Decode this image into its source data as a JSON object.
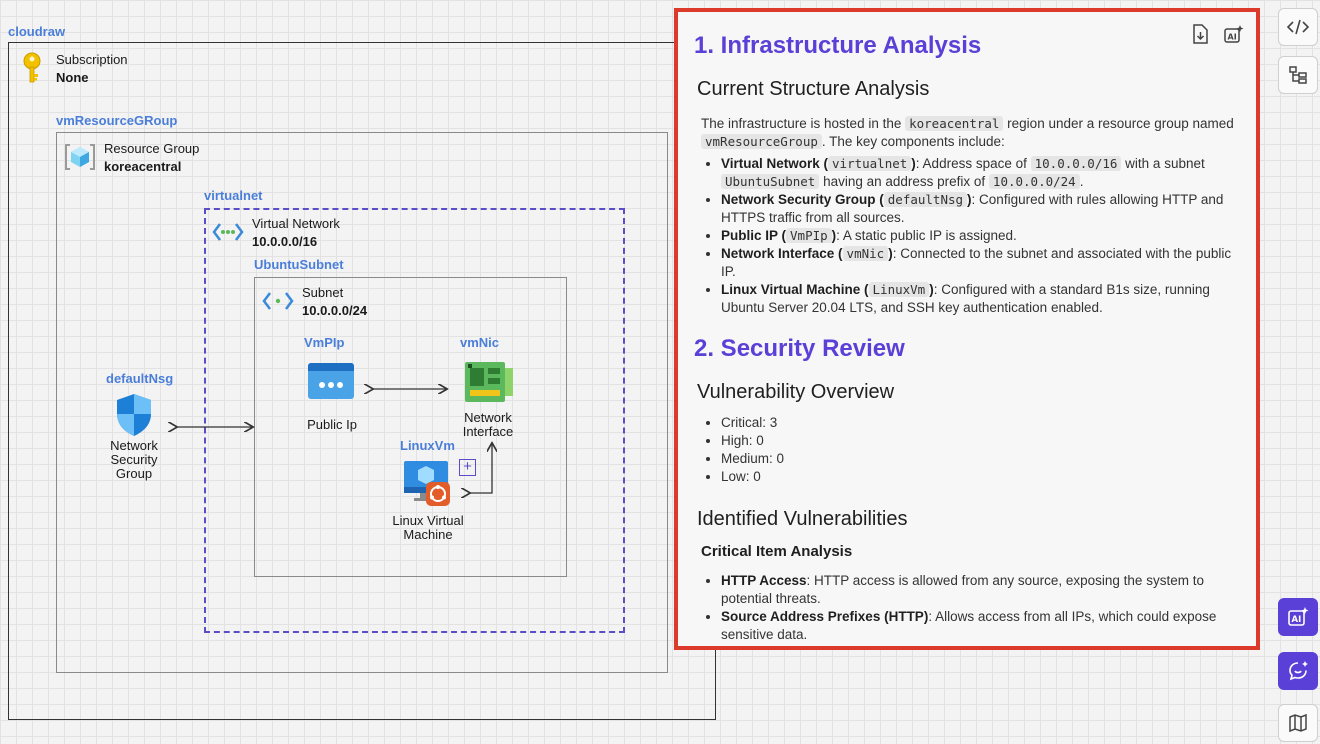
{
  "diagram": {
    "root_tag": "cloudraw",
    "subscription": {
      "type": "Subscription",
      "value": "None"
    },
    "rg_tag": "vmResourceGRoup",
    "resource_group": {
      "type": "Resource Group",
      "value": "koreacentral"
    },
    "vnet_tag": "virtualnet",
    "vnet": {
      "type": "Virtual Network",
      "value": "10.0.0.0/16"
    },
    "subnet_tag": "UbuntuSubnet",
    "subnet": {
      "type": "Subnet",
      "value": "10.0.0.0/24"
    },
    "nsg": {
      "tag": "defaultNsg",
      "caption_lines": [
        "Network",
        "Security",
        "Group"
      ]
    },
    "pip": {
      "tag": "VmPIp",
      "caption": "Public Ip"
    },
    "nic": {
      "tag": "vmNic",
      "caption_lines": [
        "Network",
        "Interface"
      ]
    },
    "vm": {
      "tag": "LinuxVm",
      "caption_lines": [
        "Linux Virtual",
        "Machine"
      ]
    }
  },
  "panel": {
    "s1_title": "1. Infrastructure Analysis",
    "s1_sub": "Current Structure Analysis",
    "intro": {
      "t1": "The infrastructure is hosted in the ",
      "c1": "koreacentral",
      "t2": " region under a resource group named ",
      "c2": "vmResourceGroup",
      "t3": ". The key components include:"
    },
    "components": [
      {
        "bold": "Virtual Network (",
        "code": "virtualnet",
        "bold2": ")",
        "t1": ": Address space of ",
        "c2": "10.0.0.0/16",
        "t2": " with a subnet ",
        "c3": "UbuntuSubnet",
        "t3": " having an address prefix of ",
        "c4": "10.0.0.0/24",
        "t4": "."
      },
      {
        "bold": "Network Security Group (",
        "code": "defaultNsg",
        "bold2": ")",
        "t1": ": Configured with rules allowing HTTP and HTTPS traffic from all sources."
      },
      {
        "bold": "Public IP (",
        "code": "VmPIp",
        "bold2": ")",
        "t1": ": A static public IP is assigned."
      },
      {
        "bold": "Network Interface (",
        "code": "vmNic",
        "bold2": ")",
        "t1": ": Connected to the subnet and associated with the public IP."
      },
      {
        "bold": "Linux Virtual Machine (",
        "code": "LinuxVm",
        "bold2": ")",
        "t1": ": Configured with a standard B1s size, running Ubuntu Server 20.04 LTS, and SSH key authentication enabled."
      }
    ],
    "s2_title": "2. Security Review",
    "s2_sub": "Vulnerability Overview",
    "vuln_counts": [
      "Critical: 3",
      "High: 0",
      "Medium: 0",
      "Low: 0"
    ],
    "s2_sub2": "Identified Vulnerabilities",
    "s2_h3": "Critical Item Analysis",
    "critical": [
      {
        "bold": "HTTP Access",
        "text": ": HTTP access is allowed from any source, exposing the system to potential threats."
      },
      {
        "bold": "Source Address Prefixes (HTTP)",
        "text": ": Allows access from all IPs, which could expose sensitive data."
      }
    ]
  },
  "icons": {
    "panel_tools": [
      "download-icon",
      "ai-sparkle-icon"
    ],
    "rail_top": [
      "code-icon",
      "tree-structure-icon"
    ],
    "rail_bottom": [
      "ai-assistant-icon",
      "chat-ai-icon",
      "map-icon"
    ]
  },
  "colors": {
    "accent": "#5b40d8",
    "panel_border": "#dc3b2c",
    "tag_blue": "#4a7ed9"
  }
}
